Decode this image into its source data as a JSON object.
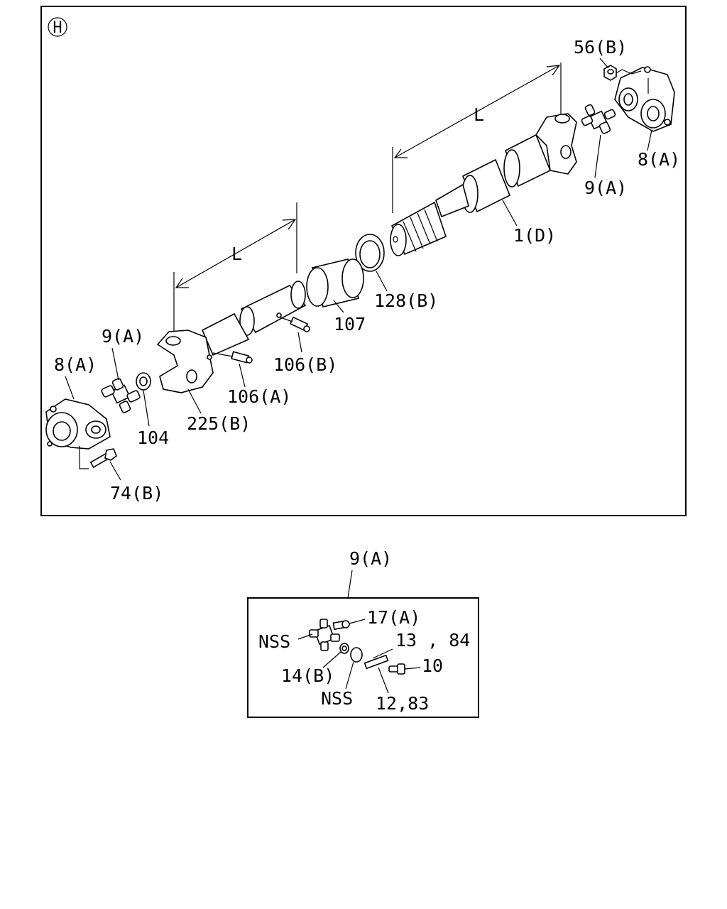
{
  "section_marker": "H",
  "labels": {
    "l_56b": "56(B)",
    "l_8a_right": "8(A)",
    "l_9a_right": "9(A)",
    "l_1d": "1(D)",
    "l_l_upper": "L",
    "l_l_lower": "L",
    "l_128b": "128(B)",
    "l_107": "107",
    "l_106b": "106(B)",
    "l_106a": "106(A)",
    "l_225b": "225(B)",
    "l_104": "104",
    "l_9a_left": "9(A)",
    "l_8a_left": "8(A)",
    "l_74b": "74(B)"
  },
  "detail": {
    "title": "9(A)",
    "l_17a": "17(A)",
    "l_nss_top": "NSS",
    "l_13_84": "13 , 84",
    "l_10": "10",
    "l_14b": "14(B)",
    "l_nss_bottom": "NSS",
    "l_12_83": "12,83"
  }
}
